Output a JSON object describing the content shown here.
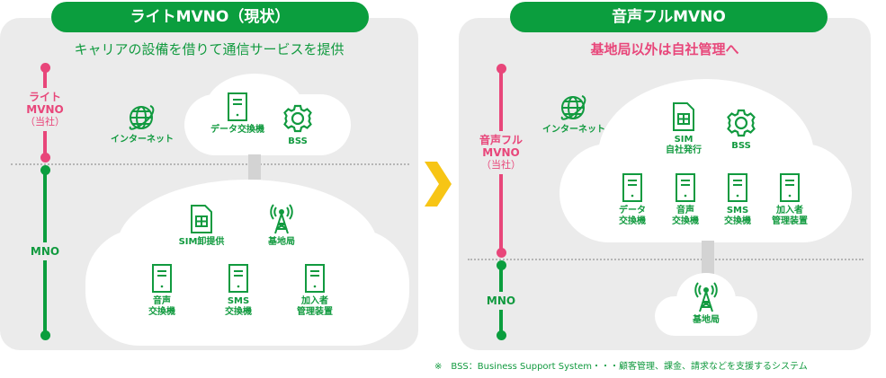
{
  "colors": {
    "green": "#0b9e3e",
    "pink": "#e8467a",
    "arrow": "#f7c515",
    "panel": "#ebebeb"
  },
  "left": {
    "title": "ライトMVNO（現状）",
    "subtitle": "キャリアの設備を借りて通信サービスを提供",
    "mvno_label": [
      "ライト",
      "MVNO",
      "（当社）"
    ],
    "mno_label": "MNO",
    "items": {
      "internet": "インターネット",
      "data_exchange": "データ交換機",
      "bss": "BSS",
      "sim": "SIM卸提供",
      "base_station": "基地局",
      "voice": [
        "音声",
        "交換機"
      ],
      "sms": [
        "SMS",
        "交換機"
      ],
      "subscriber": [
        "加入者",
        "管理装置"
      ]
    }
  },
  "right": {
    "title": "音声フルMVNO",
    "subtitle": "基地局以外は自社管理へ",
    "mvno_label": [
      "音声フル",
      "MVNO",
      "（当社）"
    ],
    "mno_label": "MNO",
    "items": {
      "internet": "インターネット",
      "sim": [
        "SIM",
        "自社発行"
      ],
      "bss": "BSS",
      "data_exchange": [
        "データ",
        "交換機"
      ],
      "voice": [
        "音声",
        "交換機"
      ],
      "sms": [
        "SMS",
        "交換機"
      ],
      "subscriber": [
        "加入者",
        "管理装置"
      ],
      "base_station": "基地局"
    }
  },
  "footnote": "※　BSS：Business Support System・・・顧客管理、課金、請求などを支援するシステム"
}
